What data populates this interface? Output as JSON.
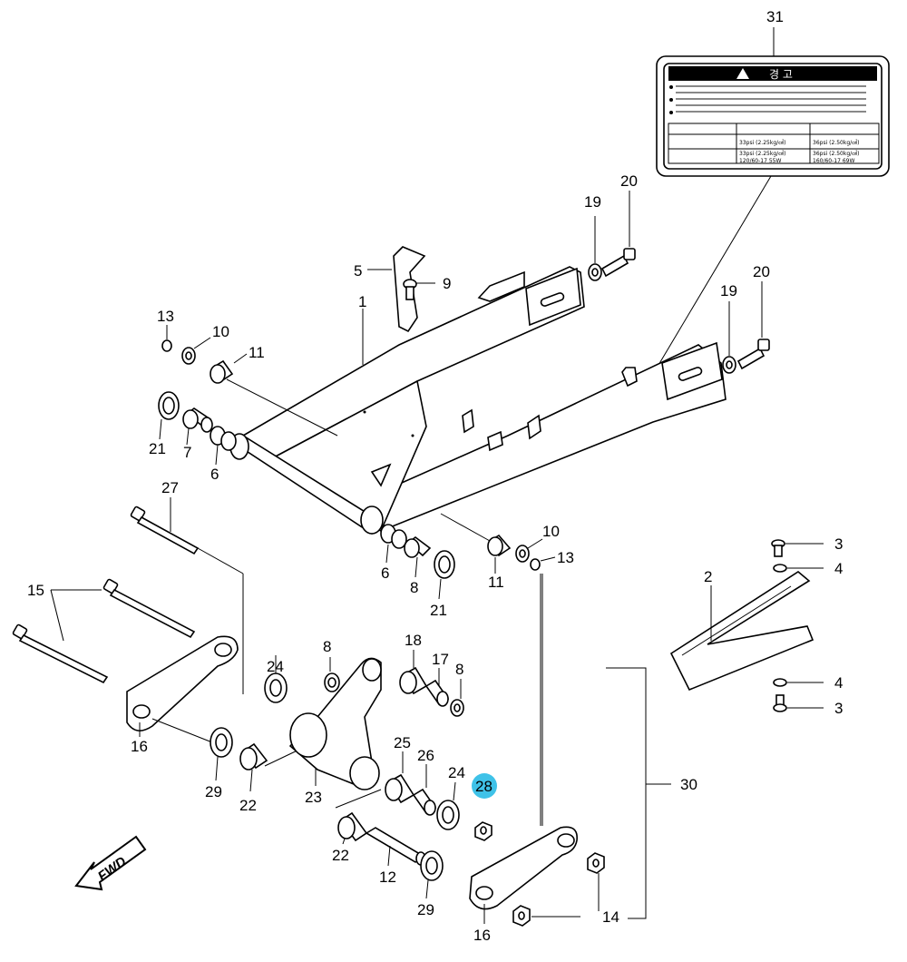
{
  "callouts": {
    "c1": "1",
    "c2": "2",
    "c3a": "3",
    "c3b": "3",
    "c4a": "4",
    "c4b": "4",
    "c5": "5",
    "c6a": "6",
    "c6b": "6",
    "c7": "7",
    "c8a": "8",
    "c8b": "8",
    "c8c": "8",
    "c9": "9",
    "c10a": "10",
    "c10b": "10",
    "c11a": "11",
    "c11b": "11",
    "c12": "12",
    "c13a": "13",
    "c13b": "13",
    "c14": "14",
    "c15": "15",
    "c16a": "16",
    "c16b": "16",
    "c17": "17",
    "c18": "18",
    "c19a": "19",
    "c19b": "19",
    "c20a": "20",
    "c20b": "20",
    "c21a": "21",
    "c21b": "21",
    "c22a": "22",
    "c22b": "22",
    "c23": "23",
    "c24a": "24",
    "c24b": "24",
    "c25": "25",
    "c26": "26",
    "c27": "27",
    "c28": "28",
    "c29a": "29",
    "c29b": "29",
    "c30": "30",
    "c31": "31"
  },
  "highlighted_part": "28",
  "highlight_color": "#3fc2e8",
  "fwd_label": "FWD",
  "label_31": {
    "title": "경 고",
    "row_a": "33psi (2.25kg/㎠)",
    "row_a2": "36psi (2.50kg/㎠)",
    "row_b": "33psi (2.25kg/㎠)",
    "row_b2": "36psi (2.50kg/㎠)",
    "tire_front": "120/60-17 55W",
    "tire_rear": "160/60-17 69W"
  }
}
